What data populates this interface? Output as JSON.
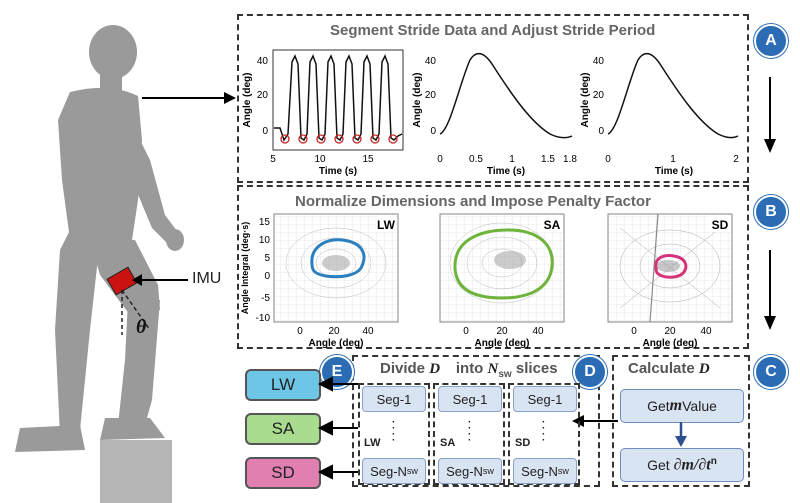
{
  "figure": {
    "imu_label": "IMU",
    "theta_label": "θ"
  },
  "panel_a": {
    "title": "Segment Stride Data and Adjust Stride Period",
    "badge": "A",
    "charts": [
      {
        "ylabel": "Angle (deg)",
        "xlabel": "Time (s)",
        "xticks": [
          "5",
          "10",
          "15"
        ],
        "yticks": [
          "0",
          "20",
          "40"
        ]
      },
      {
        "ylabel": "Angle (deg)",
        "xlabel": "Time (s)",
        "xticks": [
          "0",
          "0.5",
          "1",
          "1.5",
          "1.8"
        ],
        "yticks": [
          "0",
          "20",
          "40"
        ]
      },
      {
        "ylabel": "Angle (deg)",
        "xlabel": "Time (s)",
        "xticks": [
          "0",
          "1",
          "2"
        ],
        "yticks": [
          "0",
          "20",
          "40"
        ]
      }
    ]
  },
  "panel_b": {
    "title": "Normalize Dimensions and Impose Penalty Factor",
    "badge": "B",
    "ylabel": "Angle Integral (deg·s)",
    "xlabel": "Angle (deg)",
    "yticks": [
      "15",
      "10",
      "5",
      "0",
      "-5",
      "-10"
    ],
    "xticks": [
      "0",
      "20",
      "40"
    ],
    "labels": [
      "LW",
      "SA",
      "SD"
    ]
  },
  "panel_c": {
    "badge": "C",
    "title": "Calculate",
    "title_symbol": "D⃗",
    "box1": "Get m Value",
    "box1_pre": "Get ",
    "box1_var": "m",
    "box1_post": " Value",
    "box2_pre": "Get ",
    "box2_expr": "∂m/∂t",
    "box2_sup": "n"
  },
  "panel_d": {
    "badge": "D",
    "title_pre": "Divide",
    "title_symbol": "D⃗",
    "title_mid": "into",
    "title_var": "N",
    "title_sub": "sw",
    "title_post": "slices",
    "columns": [
      {
        "top": "Seg-1",
        "label": "LW",
        "bottom_pre": "Seg-N",
        "bottom_sub": "sw"
      },
      {
        "top": "Seg-1",
        "label": "SA",
        "bottom_pre": "Seg-N",
        "bottom_sub": "sw"
      },
      {
        "top": "Seg-1",
        "label": "SD",
        "bottom_pre": "Seg-N",
        "bottom_sub": "sw"
      }
    ]
  },
  "panel_e": {
    "badge": "E",
    "outputs": [
      {
        "label": "LW",
        "color": "#6ec6e6"
      },
      {
        "label": "SA",
        "color": "#a9dc8e"
      },
      {
        "label": "SD",
        "color": "#e07fb0"
      }
    ]
  },
  "colors": {
    "badge": "#2b6cb5",
    "lw_curve": "#2a7fc0",
    "sa_curve": "#6fb43a",
    "sd_curve": "#d6337a",
    "imu": "#cc1111",
    "silhouette": "#9a9a9a"
  }
}
